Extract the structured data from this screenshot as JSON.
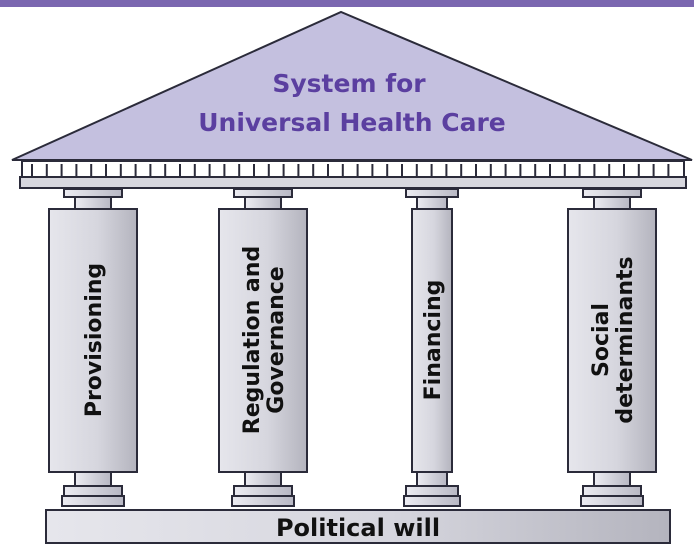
{
  "roof": {
    "title_line1": "System for",
    "title_line2": "Universal Health Care"
  },
  "pillars": [
    {
      "line1": "Provisioning",
      "line2": ""
    },
    {
      "line1": "Regulation and",
      "line2": "Governance"
    },
    {
      "line1": "Financing",
      "line2": ""
    },
    {
      "line1": "Social",
      "line2": "determinants"
    }
  ],
  "base": {
    "label": "Political will"
  },
  "colors": {
    "top_band": "#7b67b0",
    "roof_fill": "#c4c0df",
    "title_text": "#5b3fa0",
    "pillar_fill": "#dcdce2",
    "pillar_shadow": "#8a8a94",
    "outline": "#2b2b3a",
    "label_text": "#111111"
  }
}
